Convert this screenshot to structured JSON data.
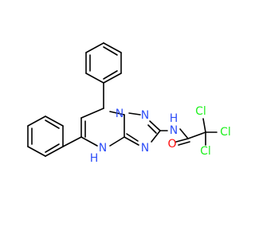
{
  "molecule": {
    "atoms": {
      "n1": "N",
      "n2": "N",
      "n3": "N",
      "nh_ring": "N",
      "h_ring": "H",
      "nh_amide": "N",
      "h_amide": "H",
      "o": "O",
      "cl1": "Cl",
      "cl2": "Cl",
      "cl3": "Cl"
    }
  },
  "colors": {
    "nitrogen": "#3050F8",
    "oxygen": "#FF0D0D",
    "chlorine": "#1FF01F",
    "bond": "#000000"
  }
}
